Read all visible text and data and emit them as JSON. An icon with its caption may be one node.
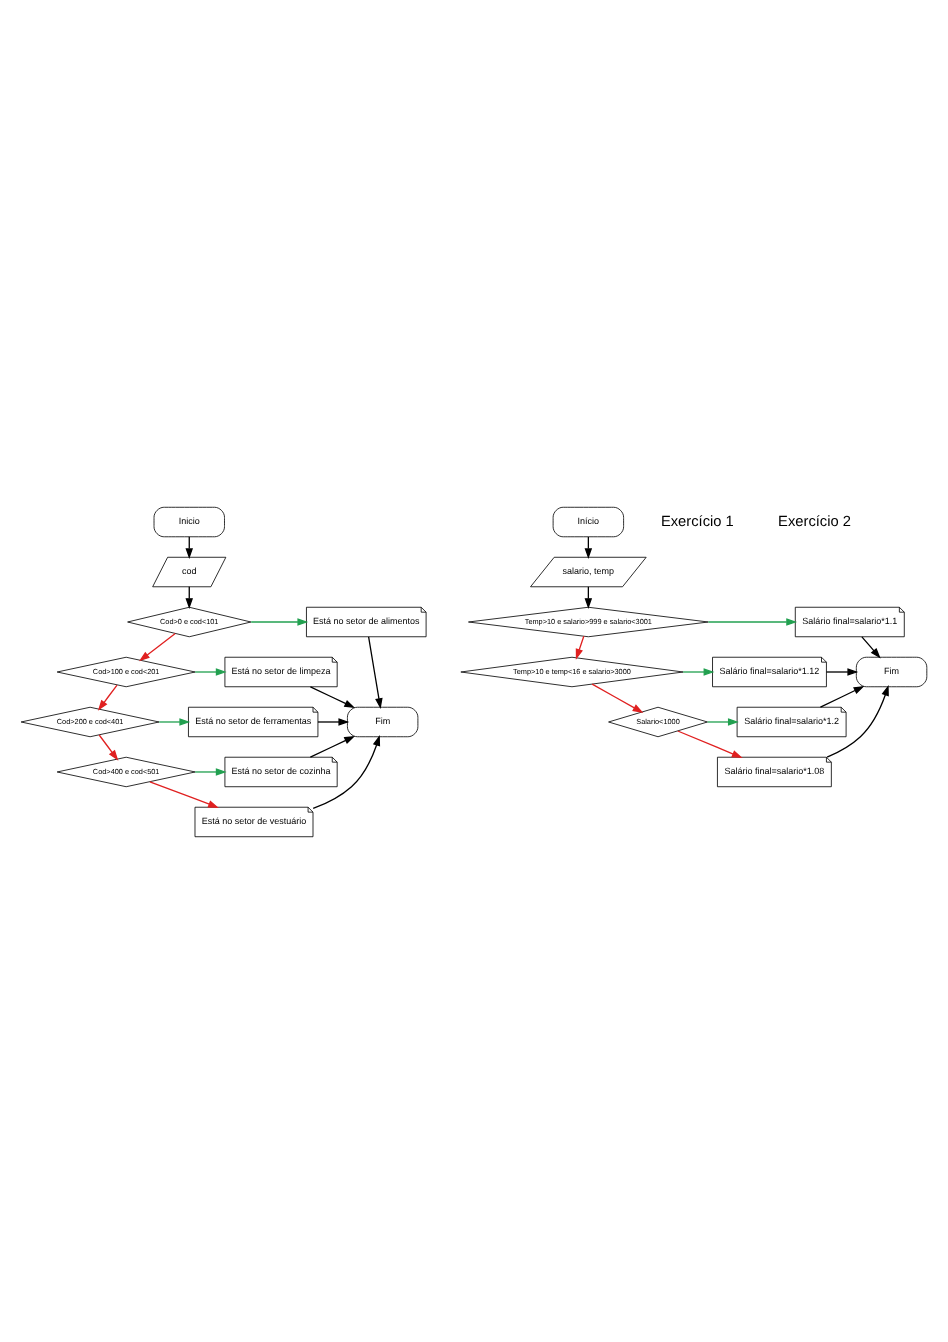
{
  "diagram": {
    "nodes": [
      {
        "text": [
          "Inicio"
        ]
      },
      {
        "text": [
          "cod"
        ]
      },
      {
        "text": [
          "Cod>0 e cod<101"
        ]
      },
      {
        "text": [
          "Está no setor de alimentos"
        ]
      },
      {
        "text": [
          "Cod>100 e cod<201"
        ]
      },
      {
        "text": [
          "Está no setor de limpeza"
        ]
      },
      {
        "text": [
          "Cod>200 e cod<401"
        ]
      },
      {
        "text": [
          "Está no setor de ferramentas"
        ]
      },
      {
        "text": [
          "Cod>400 e cod<501"
        ]
      },
      {
        "text": [
          "Está no setor de cozinha"
        ]
      },
      {
        "text": [
          "Está no setor de vestuário"
        ]
      },
      {
        "text": [
          "Fim"
        ]
      },
      {
        "text": [
          "Início"
        ]
      },
      {
        "text": [
          "salario, temp"
        ]
      },
      {
        "text": [
          "Temp>10 e salario>999 e salario<3001"
        ]
      },
      {
        "text": [
          "Salário final=salario*1.1"
        ]
      },
      {
        "text": [
          "Temp>10 e temp<16 e salario>3000"
        ]
      },
      {
        "text": [
          "Salário final=salario*1.12"
        ]
      },
      {
        "text": [
          "Salario<1000"
        ]
      },
      {
        "text": [
          "Salário final=salario*1.2"
        ]
      },
      {
        "text": [
          "Salário final=salario*1.08"
        ]
      },
      {
        "text": [
          "Fim"
        ]
      }
    ],
    "edges": [
      {
        "from": 0,
        "to": 1,
        "arrow": "to"
      },
      {
        "from": 1,
        "to": 2,
        "arrow": "to"
      },
      {
        "from": 2,
        "to": 3,
        "arrow": "to",
        "color": "#22a050"
      },
      {
        "from": 2,
        "to": 4,
        "arrow": "to",
        "color": "#e02020"
      },
      {
        "from": 3,
        "to": 11,
        "arrow": "to"
      },
      {
        "from": 4,
        "to": 5,
        "arrow": "to",
        "color": "#22a050"
      },
      {
        "from": 4,
        "to": 6,
        "arrow": "to",
        "color": "#e02020"
      },
      {
        "from": 5,
        "to": 11,
        "arrow": "to"
      },
      {
        "from": 6,
        "to": 7,
        "arrow": "to",
        "color": "#22a050"
      },
      {
        "from": 6,
        "to": 8,
        "arrow": "to",
        "color": "#e02020"
      },
      {
        "from": 7,
        "to": 11,
        "arrow": "to"
      },
      {
        "from": 8,
        "to": 9,
        "arrow": "to",
        "color": "#22a050"
      },
      {
        "from": 8,
        "to": 10,
        "arrow": "to",
        "color": "#e02020"
      },
      {
        "from": 9,
        "to": 11,
        "arrow": "to"
      },
      {
        "from": 10,
        "to": 11,
        "arrow": "to"
      },
      {
        "from": 12,
        "to": 13,
        "arrow": "to"
      },
      {
        "from": 13,
        "to": 14,
        "arrow": "to"
      },
      {
        "from": 14,
        "to": 15,
        "arrow": "to",
        "color": "#22a050"
      },
      {
        "from": 14,
        "to": 16,
        "arrow": "to",
        "color": "#e02020"
      },
      {
        "from": 15,
        "to": 21,
        "arrow": "to"
      },
      {
        "from": 16,
        "to": 17,
        "arrow": "to",
        "color": "#22a050"
      },
      {
        "from": 16,
        "to": 18,
        "arrow": "to",
        "color": "#e02020"
      },
      {
        "from": 17,
        "to": 21,
        "arrow": "to"
      },
      {
        "from": 18,
        "to": 19,
        "arrow": "to",
        "color": "#22a050"
      },
      {
        "from": 18,
        "to": 20,
        "arrow": "to",
        "color": "#e02020"
      },
      {
        "from": 19,
        "to": 21,
        "arrow": "to"
      },
      {
        "from": 20,
        "to": 21,
        "arrow": "to"
      }
    ],
    "labels": [
      "Exercício 1",
      "Exercício 2"
    ]
  }
}
